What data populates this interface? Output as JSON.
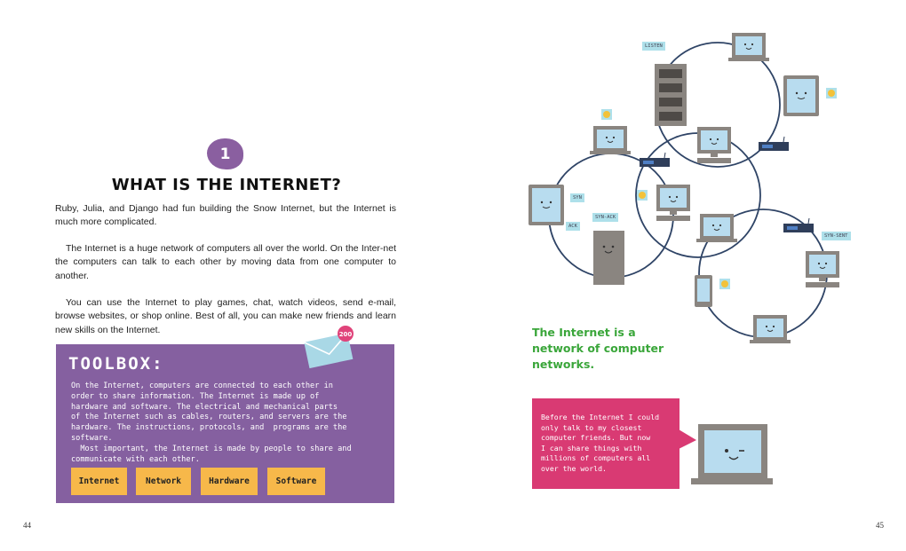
{
  "left_page": {
    "chapter_number": "1",
    "heading": "WHAT IS THE INTERNET?",
    "paragraphs": [
      "Ruby, Julia, and Django had fun building the Snow Internet, but the Internet is much more complicated.",
      "The Internet is a huge network of computers all over the world. On the Inter-net the computers can talk to each other by moving data from one computer to another.",
      "You can use the Internet to play games, chat, watch videos, send e-mail, browse websites, or shop online. Best of all, you can make new friends and learn new skills on the Internet."
    ],
    "envelope_badge": "200",
    "toolbox": {
      "title": "TOOLBOX:",
      "text": "On the Internet, computers are connected to each other in\norder to share information. The Internet is made up of\nhardware and software. The electrical and mechanical parts\nof the Internet such as cables, routers, and servers are the\nhardware. The instructions, protocols, and  programs are the\nsoftware.\n  Most important, the Internet is made by people to share and\ncommunicate with each other.",
      "tags": [
        "Internet",
        "Network",
        "Hardware",
        "Software"
      ]
    },
    "page_number": "44"
  },
  "right_page": {
    "diagram_labels": {
      "listen": "LISTEN",
      "syn": "SYN",
      "ack": "ACK",
      "syn_ack": "SYN-ACK",
      "syn_sent": "SYN-SENT"
    },
    "caption": "The Internet is a network of computer networks.",
    "speech_bubble": "Before the Internet I could\nonly talk to my closest\ncomputer friends. But now\nI can share things with\nmillions of computers all\nover the world.",
    "page_number": "45"
  },
  "colors": {
    "purple": "#8560a0",
    "toolbox_tag": "#f7b84a",
    "caption_green": "#3aa63a",
    "bubble_pink": "#d93a73",
    "network_line": "#2f4466",
    "screen_blue": "#b8dcef",
    "device_gray": "#8a8580"
  }
}
